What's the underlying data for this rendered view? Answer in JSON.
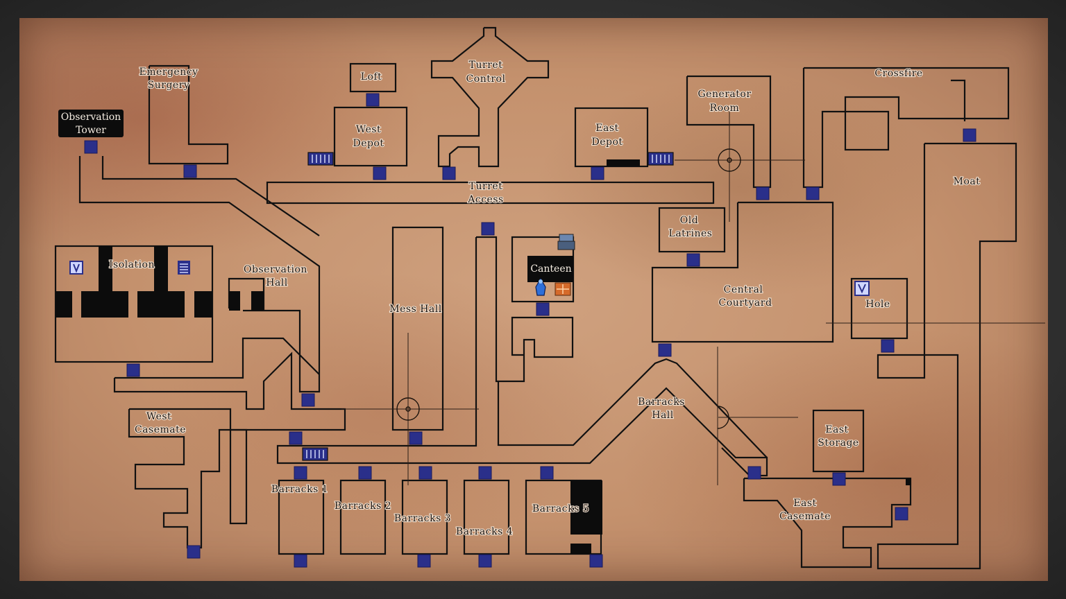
{
  "rooms": {
    "emergency_surgery": [
      "Emergency",
      "Surgery"
    ],
    "observation_tower": [
      "Observation",
      "Tower"
    ],
    "loft": "Loft",
    "turret_control": [
      "Turret",
      "Control"
    ],
    "west_depot": [
      "West",
      "Depot"
    ],
    "east_depot": [
      "East",
      "Depot"
    ],
    "generator_room": [
      "Generator",
      "Room"
    ],
    "crossfire": "Crossfire",
    "turret_access": [
      "Turret",
      "Access"
    ],
    "moat": "Moat",
    "old_latrines": [
      "Old",
      "Latrines"
    ],
    "isolation": "Isolation",
    "observation_hall": [
      "Observation",
      "Hall"
    ],
    "mess_hall": "Mess Hall",
    "canteen": "Canteen",
    "central_courtyard": [
      "Central",
      "Courtyard"
    ],
    "hole": "Hole",
    "west_casemate": [
      "West",
      "Casemate"
    ],
    "barracks_hall": [
      "Barracks",
      "Hall"
    ],
    "east_storage": [
      "East",
      "Storage"
    ],
    "east_casemate": [
      "East",
      "Casemate"
    ],
    "barracks_1": "Barracks 1",
    "barracks_2": "Barracks 2",
    "barracks_3": "Barracks 3",
    "barracks_4": "Barracks 4",
    "barracks_5": "Barracks 5"
  },
  "icons": {
    "save_point": "typewriter-icon",
    "player_marker": "player-icon",
    "item_box": "item-box-icon",
    "stairs_down": "stairs-down-icon",
    "document": "document-icon",
    "door": "door-icon",
    "shutter": "shutter-icon",
    "crosshair": "crosshair-marker-icon"
  },
  "colors": {
    "paper": "#c4916d",
    "wall": "#111111",
    "door": "#2a2f8a",
    "current_room": "#000000"
  }
}
